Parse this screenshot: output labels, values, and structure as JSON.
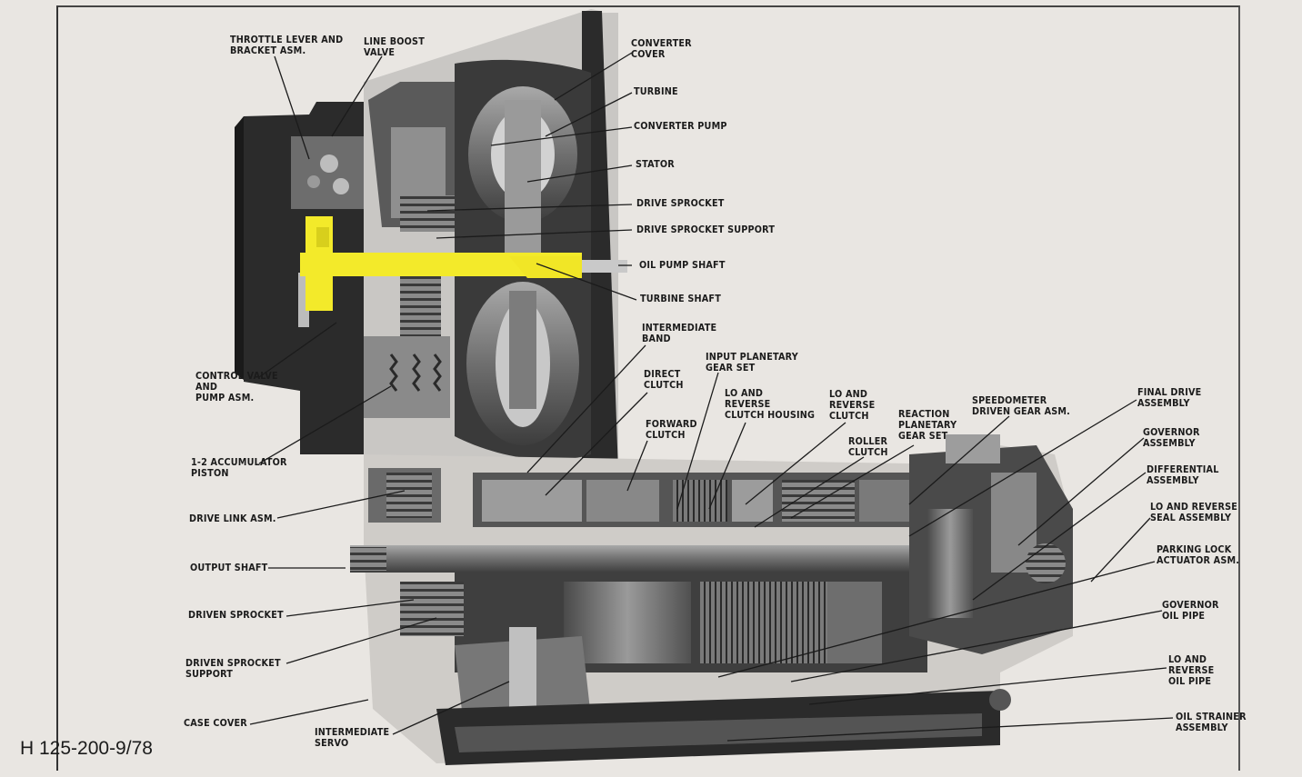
{
  "figure_id": "H 125-200-9/78",
  "colors": {
    "background": "#e9e6e2",
    "housing": "#2b2b2b",
    "metal_light": "#8d8d8d",
    "metal_mid": "#5e5e5e",
    "highlight": "#f3ea2a",
    "line": "#1b1b1b"
  },
  "labels": {
    "throttle_lever": "THROTTLE LEVER AND\nBRACKET ASM.",
    "line_boost_valve": "LINE BOOST\nVALVE",
    "converter_cover": "CONVERTER\nCOVER",
    "turbine": "TURBINE",
    "converter_pump": "CONVERTER PUMP",
    "stator": "STATOR",
    "drive_sprocket": "DRIVE SPROCKET",
    "drive_sprocket_support": "DRIVE SPROCKET SUPPORT",
    "oil_pump_shaft": "OIL PUMP SHAFT",
    "turbine_shaft": "TURBINE SHAFT",
    "intermediate_band": "INTERMEDIATE\nBAND",
    "input_planetary": "INPUT PLANETARY\nGEAR SET",
    "direct_clutch": "DIRECT\nCLUTCH",
    "lo_reverse_clutch_housing": "LO AND\nREVERSE\nCLUTCH HOUSING",
    "lo_reverse_clutch": "LO AND\nREVERSE\nCLUTCH",
    "forward_clutch": "FORWARD\nCLUTCH",
    "roller_clutch": "ROLLER\nCLUTCH",
    "reaction_planetary": "REACTION\nPLANETARY\nGEAR SET",
    "speedometer": "SPEEDOMETER\nDRIVEN GEAR ASM.",
    "final_drive": "FINAL DRIVE\nASSEMBLY",
    "governor_asm": "GOVERNOR\nASSEMBLY",
    "differential": "DIFFERENTIAL\nASSEMBLY",
    "lo_reverse_seal": "LO AND REVERSE\nSEAL ASSEMBLY",
    "parking_lock": "PARKING LOCK\nACTUATOR ASM.",
    "governor_oil_pipe": "GOVERNOR\nOIL PIPE",
    "lo_reverse_oil_pipe": "LO AND\nREVERSE\nOIL PIPE",
    "oil_strainer": "OIL STRAINER\nASSEMBLY",
    "control_valve": "CONTROL VALVE\nAND\nPUMP ASM.",
    "accumulator": "1-2 ACCUMULATOR\nPISTON",
    "drive_link": "DRIVE LINK ASM.",
    "output_shaft": "OUTPUT SHAFT",
    "driven_sprocket": "DRIVEN SPROCKET",
    "driven_sprocket_support": "DRIVEN SPROCKET\nSUPPORT",
    "case_cover": "CASE COVER",
    "intermediate_servo": "INTERMEDIATE\nSERVO"
  }
}
